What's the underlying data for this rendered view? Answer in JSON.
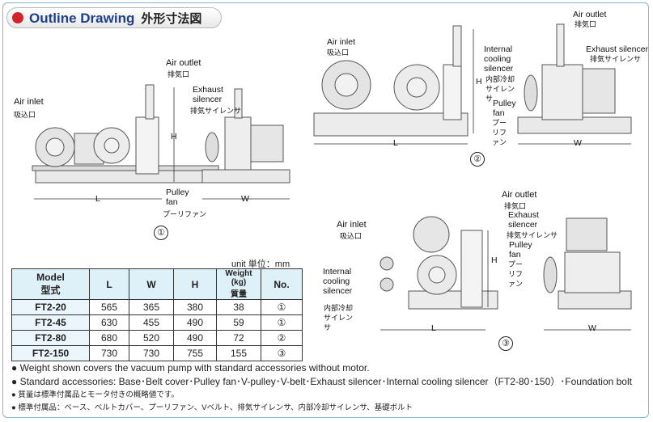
{
  "header": {
    "title": "Outline Drawing",
    "title_jp": "外形寸法図"
  },
  "drawing1": {
    "air_outlet": "Air outlet",
    "air_outlet_jp": "排気口",
    "exhaust_silencer": "Exhaust silencer",
    "exhaust_silencer_jp": "排気サイレンサ",
    "air_inlet": "Air inlet",
    "air_inlet_jp": "吸込口",
    "pulley_fan": "Pulley fan",
    "pulley_fan_jp": "プーリファン",
    "dim_h": "H",
    "dim_l": "L",
    "dim_w": "W",
    "number": "①"
  },
  "drawing2": {
    "air_inlet": "Air inlet",
    "air_inlet_jp": "吸込口",
    "internal_cooling": "Internal cooling silencer",
    "internal_cooling_jp": "内部冷却サイレンサ",
    "air_outlet": "Air outlet",
    "air_outlet_jp": "排気口",
    "exhaust_silencer": "Exhaust silencer",
    "exhaust_silencer_jp": "排気サイレンサ",
    "pulley_fan": "Pulley fan",
    "pulley_fan_jp": "プーリファン",
    "dim_h": "H",
    "dim_l": "L",
    "dim_w": "W",
    "number": "②"
  },
  "drawing3": {
    "air_outlet": "Air outlet",
    "air_outlet_jp": "排気口",
    "air_inlet": "Air inlet",
    "air_inlet_jp": "吸込口",
    "exhaust_silencer": "Exhaust silencer",
    "exhaust_silencer_jp": "排気サイレンサ",
    "pulley_fan": "Pulley fan",
    "pulley_fan_jp": "プーリファン",
    "internal_cooling": "Internal cooling silencer",
    "internal_cooling_jp": "内部冷却サイレンサ",
    "dim_h": "H",
    "dim_l": "L",
    "dim_w": "W",
    "number": "③"
  },
  "table": {
    "unit": "unit 単位：mm",
    "headers": [
      {
        "en": "Model",
        "jp": "型式"
      },
      {
        "en": "L",
        "jp": ""
      },
      {
        "en": "W",
        "jp": ""
      },
      {
        "en": "H",
        "jp": ""
      },
      {
        "en": "Weight (kg)",
        "jp": "質量"
      },
      {
        "en": "No.",
        "jp": ""
      }
    ],
    "rows": [
      {
        "model": "FT2-20",
        "l": "565",
        "w": "365",
        "h": "380",
        "weight": "38",
        "no": "①"
      },
      {
        "model": "FT2-45",
        "l": "630",
        "w": "455",
        "h": "490",
        "weight": "59",
        "no": "①"
      },
      {
        "model": "FT2-80",
        "l": "680",
        "w": "520",
        "h": "490",
        "weight": "72",
        "no": "②"
      },
      {
        "model": "FT2-150",
        "l": "730",
        "w": "730",
        "h": "755",
        "weight": "155",
        "no": "③"
      }
    ]
  },
  "notes": [
    "● Weight shown covers the vacuum pump with standard accessories without motor.",
    "● Standard accessories: Base･Belt cover･Pulley fan･V-pulley･V-belt･Exhaust silencer･Internal cooling silencer（FT2-80･150）･Foundation bolt",
    "● 質量は標準付属品とモータ付きの概略値です。",
    "● 標準付属品：ベース、ベルトカバー、プーリファン、Vベルト、排気サイレンサ、内部冷却サイレンサ、基礎ボルト"
  ]
}
